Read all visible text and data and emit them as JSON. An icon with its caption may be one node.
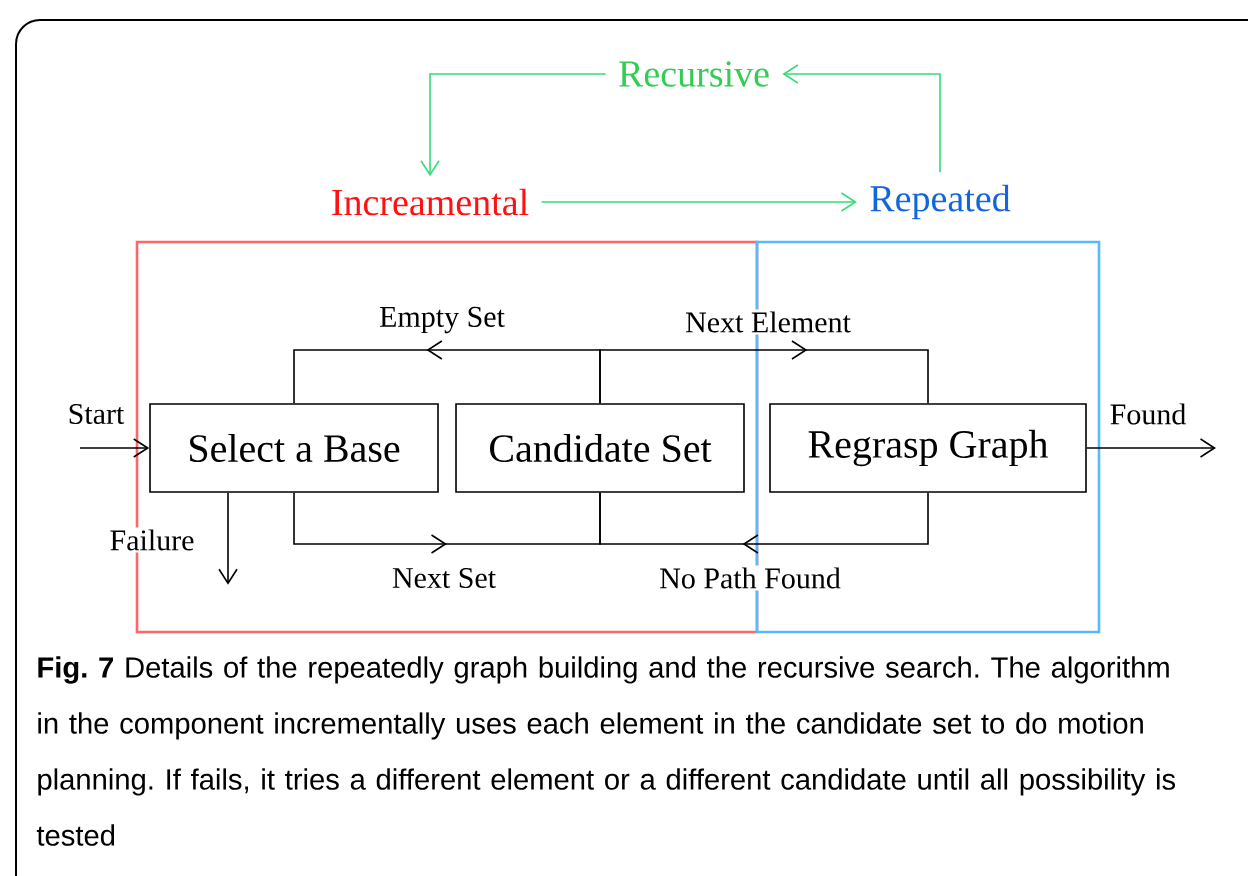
{
  "diagram": {
    "caption": "**Fig. 7** Details of the repeatedly graph building and the recursive search. The algorithm in the component incrementally uses each element in the candidate set to do motion planning. If fails, it tries a different element or a different candidate until all possibility is tested",
    "nodes": [
      {
        "text": [
          "Recursive"
        ]
      },
      {
        "text": [
          "Increamental"
        ]
      },
      {
        "text": [
          "Repeated"
        ]
      },
      {
        "text": [],
        "shape": "box"
      },
      {
        "text": [],
        "shape": "box"
      },
      {
        "text": [
          "Select a Base"
        ],
        "in": 3
      },
      {
        "text": [
          "Candidate Set"
        ],
        "in": 3
      },
      {
        "text": [
          "Regrasp Graph"
        ],
        "in": 4
      }
    ],
    "edges": [
      {
        "from": 0,
        "to": 1,
        "arrow": "to",
        "color": "#33dd77"
      },
      {
        "from": 2,
        "to": 0,
        "arrow": "to",
        "color": "#33dd77"
      },
      {
        "from": 1,
        "to": 2,
        "arrow": "to",
        "color": "#33dd77"
      },
      {
        "from": null,
        "to": 5,
        "arrow": "to",
        "label": "Start"
      },
      {
        "from": 6,
        "to": 5,
        "arrow": "to",
        "label": "Empty Set"
      },
      {
        "from": 6,
        "to": 7,
        "arrow": "to",
        "label": "Next Element"
      },
      {
        "from": 5,
        "to": 6,
        "arrow": "to",
        "label": "Next Set"
      },
      {
        "from": 7,
        "to": 6,
        "arrow": "to",
        "label": "No Path Found"
      },
      {
        "from": 5,
        "to": null,
        "arrow": "to",
        "label": "Failure"
      },
      {
        "from": 7,
        "to": null,
        "arrow": "to",
        "label": "Found"
      }
    ]
  }
}
